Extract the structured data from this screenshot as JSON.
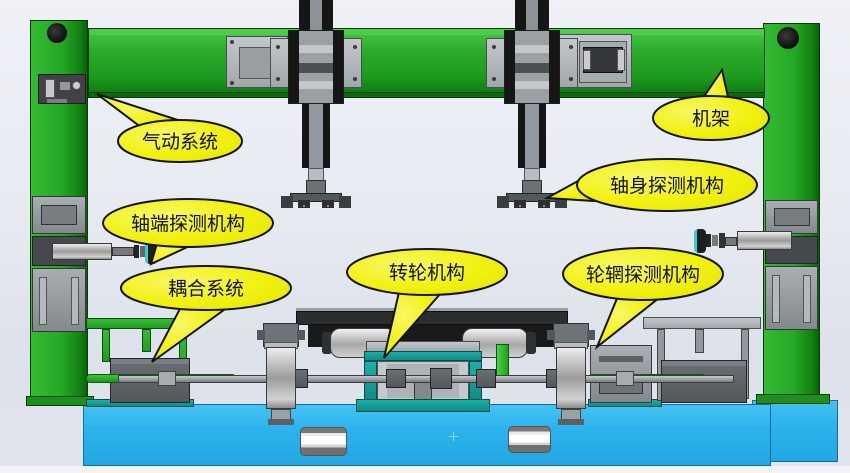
{
  "callouts": [
    {
      "id": "pneumatic-system",
      "label": "气动系统"
    },
    {
      "id": "machine-frame",
      "label": "机架"
    },
    {
      "id": "axle-body-probe",
      "label": "轴身探测机构"
    },
    {
      "id": "axle-end-probe",
      "label": "轴端探测机构"
    },
    {
      "id": "coupling-system",
      "label": "耦合系统"
    },
    {
      "id": "wheel-rotation-mechanism",
      "label": "转轮机构"
    },
    {
      "id": "wheel-rim-probe",
      "label": "轮辋探测机构"
    }
  ],
  "colors": {
    "frame_green": "#25A825",
    "base_blue": "#2CB3EC",
    "callout_yellow": "#F1F112",
    "teal_accent": "#14A09A",
    "machinery_gray": "#8E9296",
    "dark_metal": "#2B2D2F",
    "probe_tip_teal": "#35D0CE"
  }
}
